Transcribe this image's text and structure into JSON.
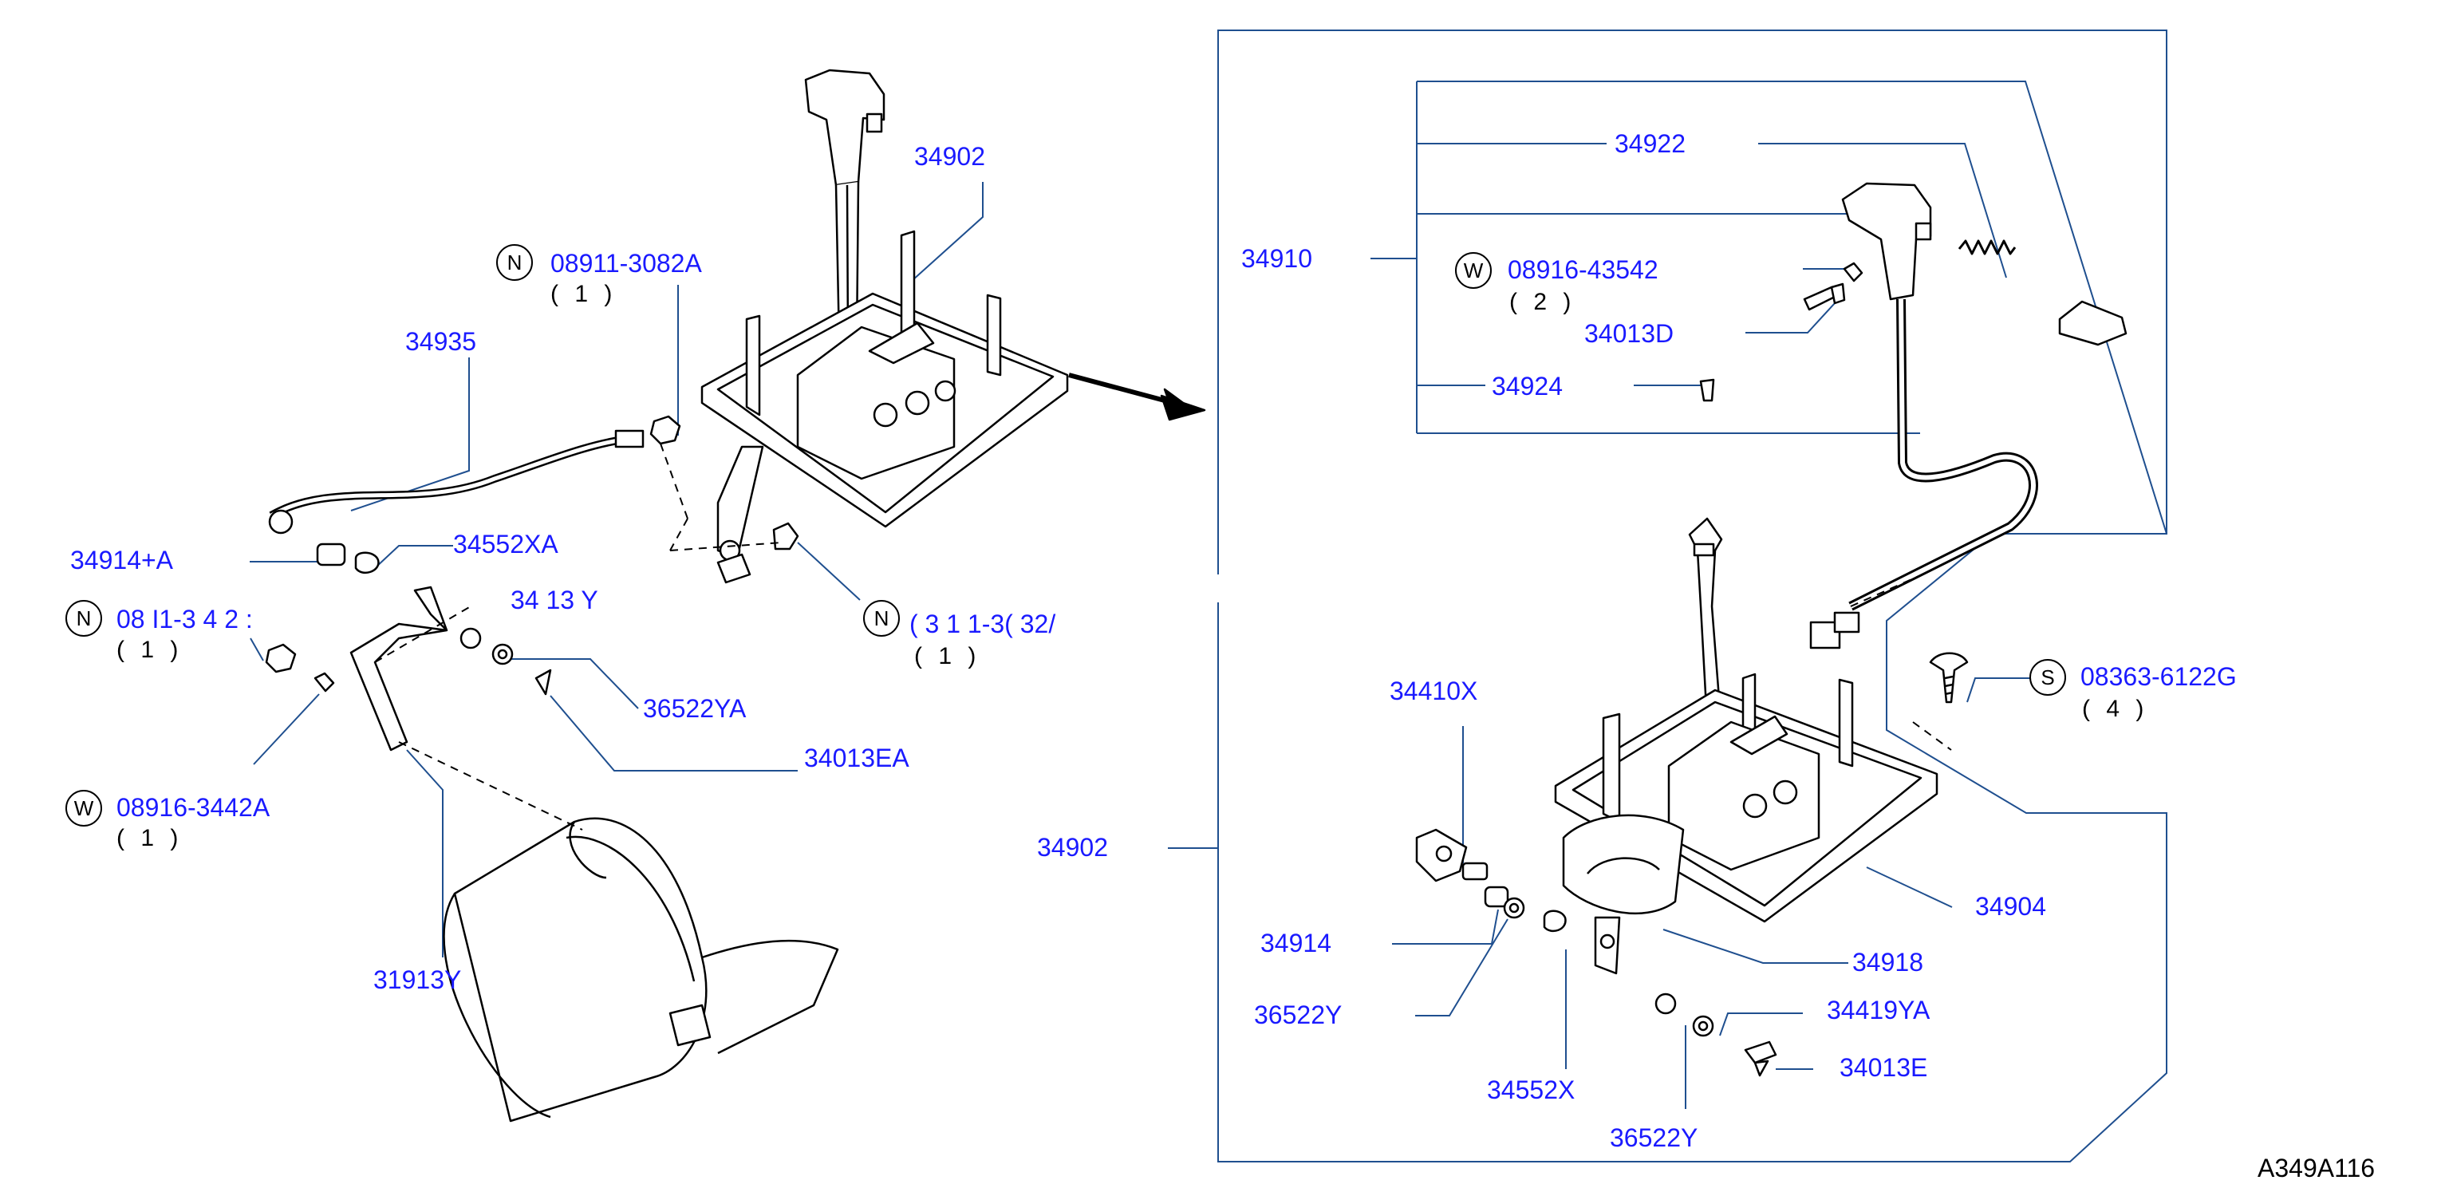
{
  "diagram_code": "A349A116",
  "colors": {
    "label": "#1a1aff",
    "line": "#1f4f8f",
    "ink": "#000000"
  },
  "left_group": {
    "parts": {
      "control_device": "34902",
      "rod": "34935",
      "bushing_a": "34914+A",
      "bushing_xa": "34552XA",
      "washer_ya": "36522YA",
      "clip_ea": "34013EA",
      "bracket": "31913Y",
      "nut_top": "08911-3082A",
      "nut_top_qty": "( 1 )",
      "nut_left": "08 I1-3 4 2 :",
      "nut_left_qty": "( 1 )",
      "washer_left": "08916-3442A",
      "washer_left_qty": "( 1 )",
      "nut_mid": "( 3 1 1-3( 32/",
      "nut_mid_qty": "( 1 )",
      "partial_label": "34 13 Y"
    },
    "symbols": {
      "nut_top": "N",
      "nut_left": "N",
      "washer_left": "W"
    }
  },
  "right_group": {
    "parts": {
      "assembly": "34910",
      "knob": "34922",
      "washer": "08916-43542",
      "washer_qty": "( 2 )",
      "screw": "34013D",
      "clip_small": "34924",
      "device": "34902",
      "bushing_bolt": "34410X",
      "bushing": "34914",
      "washer_y": "36522Y",
      "bushing_x": "34552X",
      "washer_y2": "36522Y",
      "washer_ya": "34419YA",
      "clip_e": "34013E",
      "base": "34904",
      "plate": "34918",
      "screw_s": "08363-6122G",
      "screw_s_qty": "( 4 )"
    },
    "symbols": {
      "washer": "W",
      "screw_s": "S"
    }
  }
}
